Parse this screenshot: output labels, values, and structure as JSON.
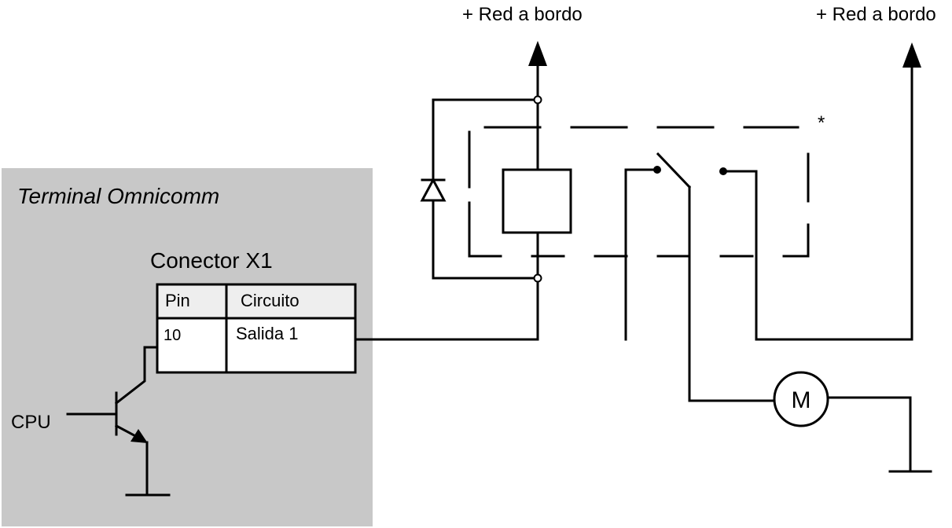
{
  "terminal": {
    "title": "Terminal Omnicomm",
    "connector_title": "Conector X1",
    "table": {
      "headers": [
        "Pin",
        "Circuito"
      ],
      "rows": [
        [
          "10",
          "Salida 1"
        ]
      ]
    },
    "cpu_label": "CPU"
  },
  "supply": {
    "left_label": "+ Red a bordo",
    "right_label": "+ Red a bordo"
  },
  "relay": {
    "asterisk": "*"
  },
  "motor": {
    "label": "M"
  },
  "colors": {
    "terminal_bg": "#c8c8c8",
    "wire": "#000000",
    "header_bg": "#eeeeee"
  }
}
